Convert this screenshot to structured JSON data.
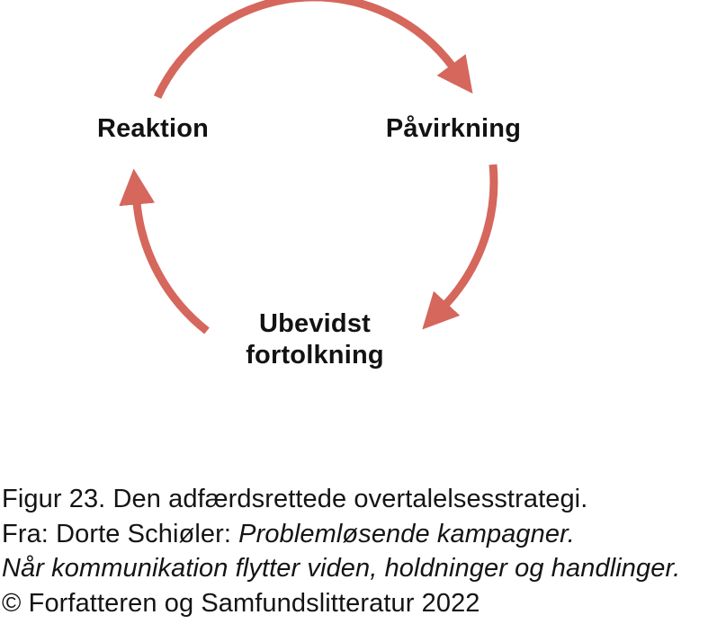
{
  "diagram": {
    "title_hint": "Behavioural persuasion cycle",
    "arrow_color": "#d5675d",
    "nodes": {
      "reaktion": {
        "label": "Reaktion"
      },
      "paavirkning": {
        "label": "Påvirkning"
      },
      "ubevidst": {
        "label_line1": "Ubevidst",
        "label_line2": "fortolkning"
      }
    },
    "arrows": [
      {
        "from": "Reaktion",
        "to": "Påvirkning"
      },
      {
        "from": "Påvirkning",
        "to": "Ubevidst fortolkning"
      },
      {
        "from": "Ubevidst fortolkning",
        "to": "Reaktion"
      }
    ]
  },
  "caption": {
    "line1": "Figur 23. Den adfærdsrettede overtalelsesstrategi.",
    "line2_regular": "Fra: Dorte Schiøler: ",
    "line2_italic": "Problemløsende kampagner.",
    "line3_italic": "Når kommunikation flytter viden, holdninger og handlinger.",
    "line4": "© Forfatteren og Samfundslitteratur 2022"
  }
}
